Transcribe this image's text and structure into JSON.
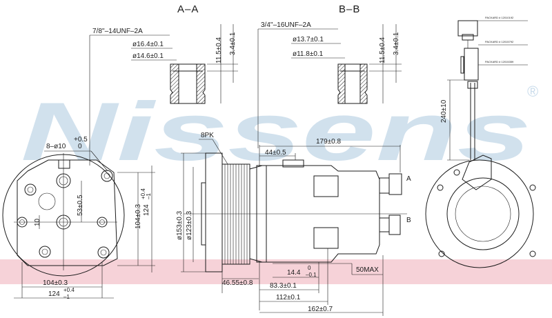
{
  "brand": {
    "watermark": "Nissens",
    "registered_mark": "®",
    "watermark_color": "#c9dceb",
    "stripe_color": "#f6d2d8"
  },
  "sections": {
    "aa": {
      "title": "A–A",
      "thread": "7/8''–14UNF–2A",
      "dia_outer": "ø16.4±0.1",
      "dia_inner": "ø14.6±0.1",
      "depth": "11.5±0.4",
      "step": "3.4±0.1"
    },
    "bb": {
      "title": "B–B",
      "thread": "3/4''–16UNF–2A",
      "dia_outer": "ø13.7±0.1",
      "dia_inner": "ø11.8±0.1",
      "depth": "11.5±0.4",
      "step": "3.4±0.1"
    }
  },
  "front_view": {
    "holes": "8–ø10",
    "holes_tol_upper": "+0.5",
    "holes_tol_lower": "0",
    "height_inner": "104±0.3",
    "height_outer": "124",
    "height_outer_tol_upper": "+0.4",
    "height_outer_tol_lower": "–1",
    "offset_53": "53±0.5",
    "offset_10": "10",
    "width_inner": "104±0.3",
    "width_outer": "124",
    "width_outer_tol_upper": "+0.4",
    "width_outer_tol_lower": "–1"
  },
  "side_view": {
    "belt": "8PK",
    "length_total": "179±0.8",
    "port_offset": "44±0.5",
    "dia_pulley": "ø153±0.3",
    "dia_hub": "ø123±0.3",
    "pulley_offset": "46.55±0.8",
    "len_14": "14.4",
    "len_14_tol_upper": "0",
    "len_14_tol_lower": "–0.1",
    "len_83": "83.3±0.1",
    "len_112": "112±0.1",
    "len_162": "162±0.7",
    "max_len": "50MAX",
    "port_a": "A",
    "port_b": "B"
  },
  "clutch_view": {
    "connector_1": "PACKARD # 12010192",
    "connector_2": "PACKARD # 12015792",
    "connector_3": "PACKARD # 12015359",
    "cable_length": "240±10"
  }
}
